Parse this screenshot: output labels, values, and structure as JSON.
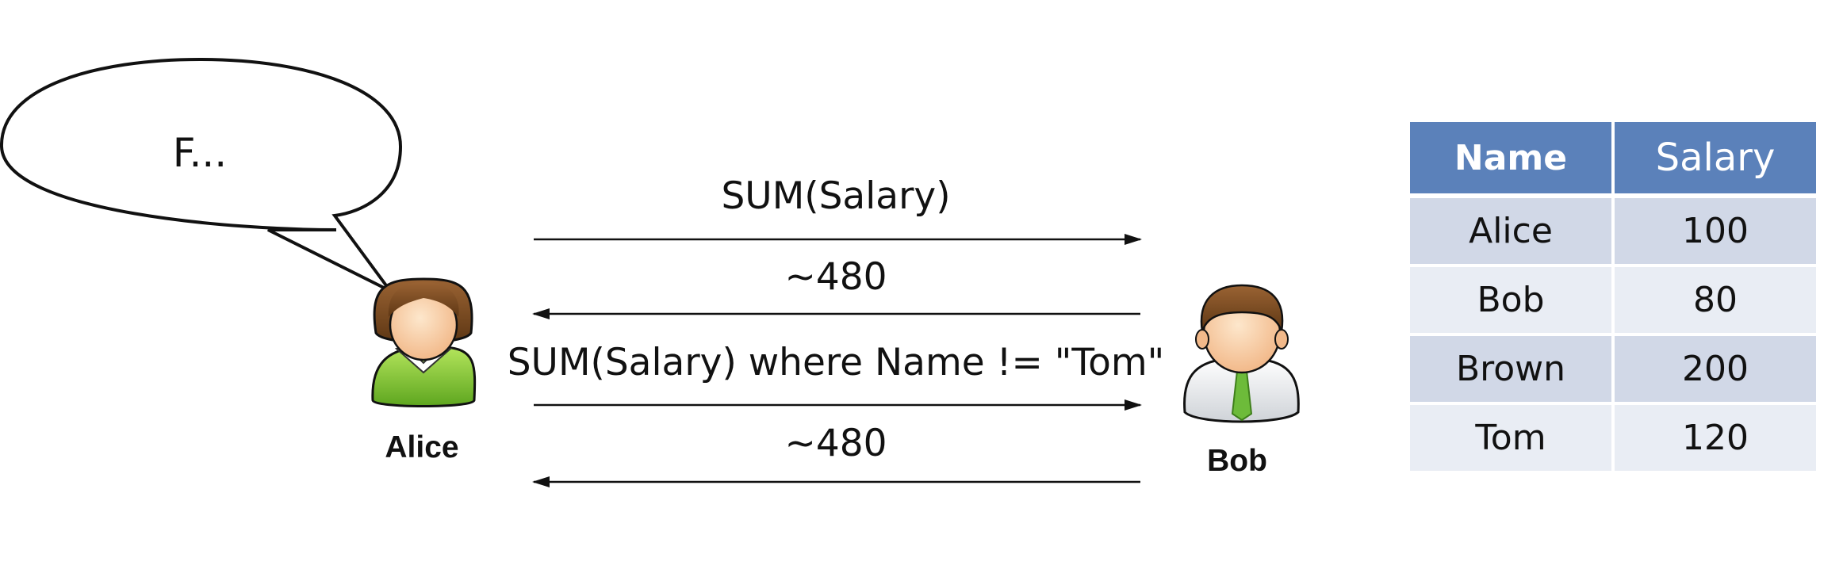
{
  "speech_bubble": {
    "text": "F..."
  },
  "actors": {
    "alice": {
      "label": "Alice"
    },
    "bob": {
      "label": "Bob"
    }
  },
  "messages": [
    {
      "text": "SUM(Salary)",
      "direction": "to-bob"
    },
    {
      "text": "~480",
      "direction": "to-alice"
    },
    {
      "text": "SUM(Salary) where Name != \"Tom\"",
      "direction": "to-bob"
    },
    {
      "text": "~480",
      "direction": "to-alice"
    }
  ],
  "table": {
    "headers": [
      "Name",
      "Salary"
    ],
    "rows": [
      [
        "Alice",
        "100"
      ],
      [
        "Bob",
        "80"
      ],
      [
        "Brown",
        "200"
      ],
      [
        "Tom",
        "120"
      ]
    ]
  },
  "colors": {
    "header_bg": "#5b81ba",
    "row_odd": "#d1d8e7",
    "row_even": "#e9edf4",
    "alice_shirt": "#8ccf3c",
    "bob_tie": "#6dbb3a",
    "hair": "#7b4a1f"
  }
}
